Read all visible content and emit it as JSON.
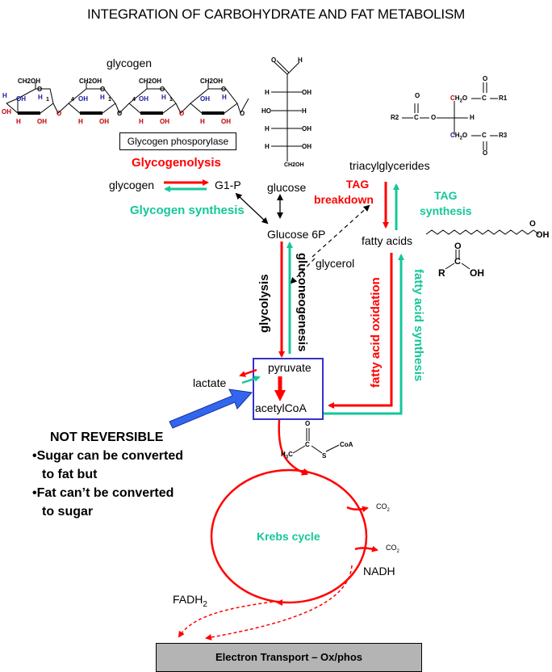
{
  "title": "INTEGRATION OF CARBOHYDRATE AND FAT METABOLISM",
  "colors": {
    "catabolic": "#ff0000",
    "anabolic": "#14c79a",
    "highlight_box": "#3333cc",
    "pointer_arrow": "#3366ee",
    "et_box": "#b4b4b4"
  },
  "structures": {
    "glycogen_label": "glycogen",
    "glycogen_ring": {
      "ch2oh": "CH2OH",
      "o": "O",
      "h": "H",
      "oh": "OH",
      "c1": "1",
      "c4": "4"
    },
    "glucose_chain": {
      "top": [
        "O",
        "H"
      ],
      "rows": [
        [
          "H",
          "OH"
        ],
        [
          "HO",
          "H"
        ],
        [
          "H",
          "OH"
        ],
        [
          "H",
          "OH"
        ]
      ],
      "bottom": "CH2OH"
    },
    "tag": {
      "r1": "R1",
      "r2": "R2",
      "r3": "R3",
      "ch2o": "CH2O",
      "c": "C",
      "o": "O",
      "h": "H"
    },
    "fatty_acid_chain": {
      "o": "O",
      "oh": "OH"
    },
    "carboxyl": {
      "r": "R",
      "c": "C",
      "o": "O",
      "oh": "OH"
    },
    "acetyl_coa": {
      "h3c": "H3C",
      "c": "C",
      "o": "O",
      "s": "S",
      "coa": "CoA"
    }
  },
  "enzyme": "Glycogen phosporylase",
  "nodes": {
    "glycogen": "glycogen",
    "g1p": "G1-P",
    "glucose": "glucose",
    "glucose6p": "Glucose 6P",
    "triacylglycerides": "triacylglycerides",
    "fatty_acids": "fatty acids",
    "glycerol": "glycerol",
    "pyruvate": "pyruvate",
    "acetylcoa": "acetylCoA",
    "lactate": "lactate",
    "krebs": "Krebs cycle",
    "co2_1": "CO",
    "co2_2": "CO",
    "co2_sub": "2",
    "nadh": "NADH",
    "fadh2": "FADH",
    "fadh2_sub": "2",
    "electron_transport": "Electron Transport – Ox/phos"
  },
  "processes": {
    "glycogenolysis": "Glycogenolysis",
    "glycogen_synthesis": "Glycogen synthesis",
    "tag_breakdown_1": "TAG",
    "tag_breakdown_2": "breakdown",
    "tag_synthesis_1": "TAG",
    "tag_synthesis_2": "synthesis",
    "glycolysis": "glycolysis",
    "gluconeogenesis": "gluconeogenesis",
    "fatty_acid_oxidation": "fatty acid oxidation",
    "fatty_acid_synthesis": "fatty acid synthesis"
  },
  "note": {
    "heading": "NOT REVERSIBLE",
    "items": [
      {
        "bullet": "•",
        "line1": "Sugar can be converted",
        "line2": "to fat but"
      },
      {
        "bullet": "•",
        "line1": "Fat can’t be converted",
        "line2": "to sugar"
      }
    ]
  }
}
